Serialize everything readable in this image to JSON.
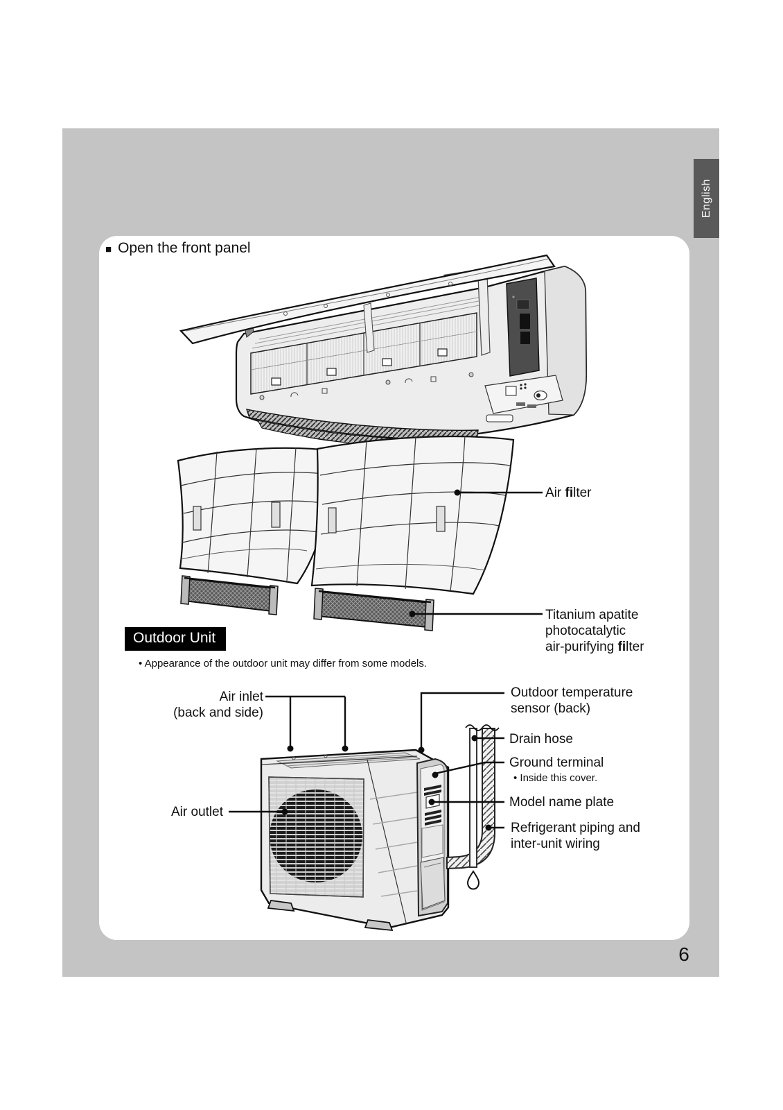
{
  "page": {
    "tab_label": "English",
    "page_number": "6",
    "colors": {
      "page_bg": "#c4c4c4",
      "tab_bg": "#595959",
      "section_header_bg": "#000000",
      "text": "#111111"
    }
  },
  "front_panel_section": {
    "heading_bullet": "■",
    "heading": "Open the front panel",
    "air_filter_label": {
      "pre": "Air ",
      "fi": "fi",
      "rest": "lter"
    },
    "titanium_label": {
      "line1": "Titanium apatite",
      "line2": "photocatalytic",
      "line3_pre": "air-purifying ",
      "line3_fi": "fi",
      "line3_rest": "lter"
    }
  },
  "outdoor_section": {
    "heading": "Outdoor Unit",
    "note": "• Appearance of the outdoor unit may differ from some models.",
    "air_inlet": {
      "line1": "Air inlet",
      "line2": "(back and side)"
    },
    "air_outlet": "Air outlet",
    "outdoor_temp": {
      "line1": "Outdoor temperature",
      "line2": "sensor (back)"
    },
    "drain_hose": "Drain hose",
    "ground_terminal": "Ground terminal",
    "ground_terminal_note": "• Inside this cover.",
    "model_name_plate": "Model name plate",
    "refrigerant": {
      "line1": "Refrigerant piping and",
      "line2": "inter-unit wiring"
    }
  }
}
